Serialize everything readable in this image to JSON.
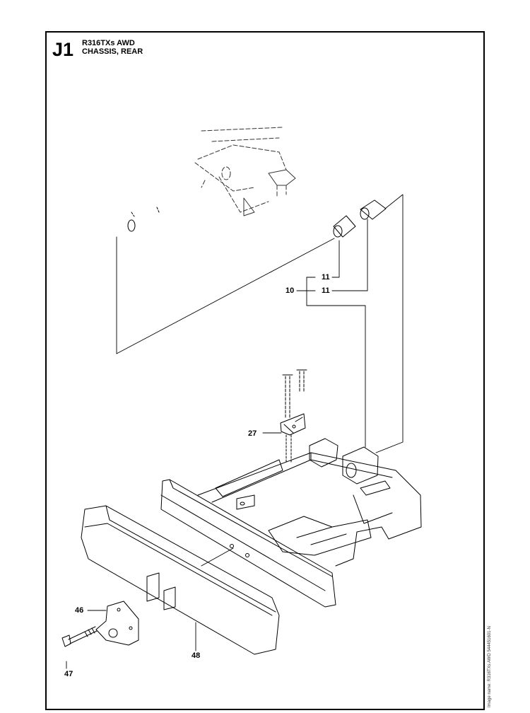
{
  "header": {
    "section_code": "J1",
    "model": "R316TXs AWD",
    "section_title": "CHASSIS, REAR"
  },
  "callouts": [
    {
      "id": "c11a",
      "label": "11"
    },
    {
      "id": "c11b",
      "label": "11"
    },
    {
      "id": "c10",
      "label": "10"
    },
    {
      "id": "c27",
      "label": "27"
    },
    {
      "id": "c46",
      "label": "46"
    },
    {
      "id": "c47",
      "label": "47"
    },
    {
      "id": "c48",
      "label": "48"
    }
  ],
  "side_note": "Image name: R316TXs AWD 544451601-N"
}
